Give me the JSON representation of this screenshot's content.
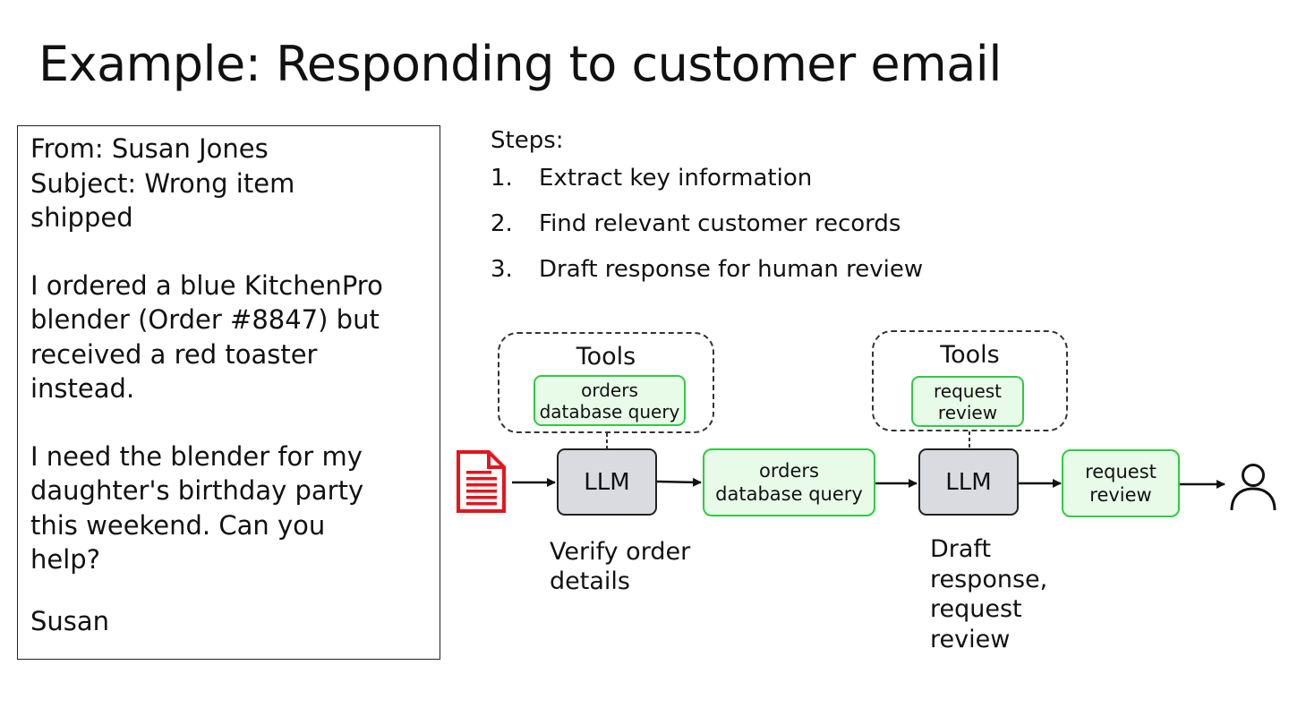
{
  "slide": {
    "title": "Example: Responding to customer email"
  },
  "email": {
    "from_line": "From: Susan Jones",
    "subject_line_1": "Subject: Wrong item",
    "subject_line_2": "shipped",
    "body_1": [
      "I ordered a blue KitchenPro",
      "blender (Order #8847) but",
      "received a red toaster",
      "instead."
    ],
    "body_2": [
      "I need the blender for my",
      "daughter's birthday party",
      "this weekend. Can you",
      "help?"
    ],
    "signature": "Susan"
  },
  "steps": {
    "heading": "Steps:",
    "items": [
      {
        "num": "1.",
        "text": "Extract key information"
      },
      {
        "num": "2.",
        "text": "Find relevant customer records"
      },
      {
        "num": "3.",
        "text": "Draft response for human review"
      }
    ]
  },
  "diagram": {
    "tools_group_1": {
      "label": "Tools",
      "tool": [
        "orders",
        "database query"
      ]
    },
    "tools_group_2": {
      "label": "Tools",
      "tool": [
        "request",
        "review"
      ]
    },
    "llm_1": "LLM",
    "llm_2": "LLM",
    "action_1": [
      "orders",
      "database query"
    ],
    "action_2": [
      "request",
      "review"
    ],
    "caption_1": [
      "Verify order",
      "details"
    ],
    "caption_2": [
      "Draft",
      "response,",
      "request",
      "review"
    ],
    "icons": {
      "input": "document-icon",
      "output": "person-icon"
    },
    "colors": {
      "doc_red": "#e8141c",
      "tool_border": "#2ecc40",
      "tool_fill": "#e8fbe8",
      "llm_fill": "#d9dbe0"
    }
  }
}
